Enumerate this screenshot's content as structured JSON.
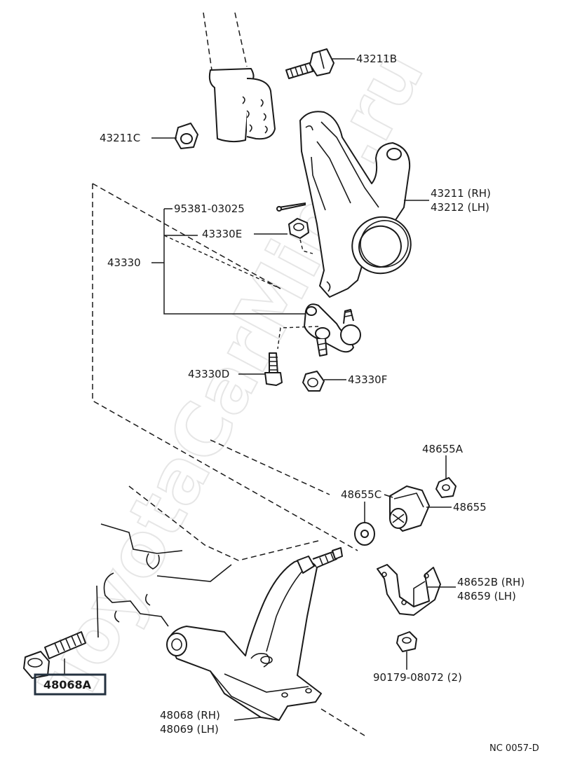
{
  "watermark": "ToyotaCarMine.ru",
  "diagram_code": "NC 0057-D",
  "labels": {
    "p43211B": "43211B",
    "p43211C": "43211C",
    "p95381": "95381-03025",
    "p43330E": "43330E",
    "p43330": "43330",
    "p43211": "43211 (RH)",
    "p43212": "43212 (LH)",
    "p43330D": "43330D",
    "p43330F": "43330F",
    "p48655A": "48655A",
    "p48655C": "48655C",
    "p48655": "48655",
    "p48652B": "48652B (RH)",
    "p48659": "48659    (LH)",
    "p90179": "90179-08072 (2)",
    "p48068A": "48068A",
    "p48068": "48068 (RH)",
    "p48069": "48069 (LH)"
  },
  "highlighted_part": "48068A",
  "colors": {
    "ink": "#1a1a1a",
    "highlight": "#243240",
    "watermark": "#e6e6e6"
  }
}
